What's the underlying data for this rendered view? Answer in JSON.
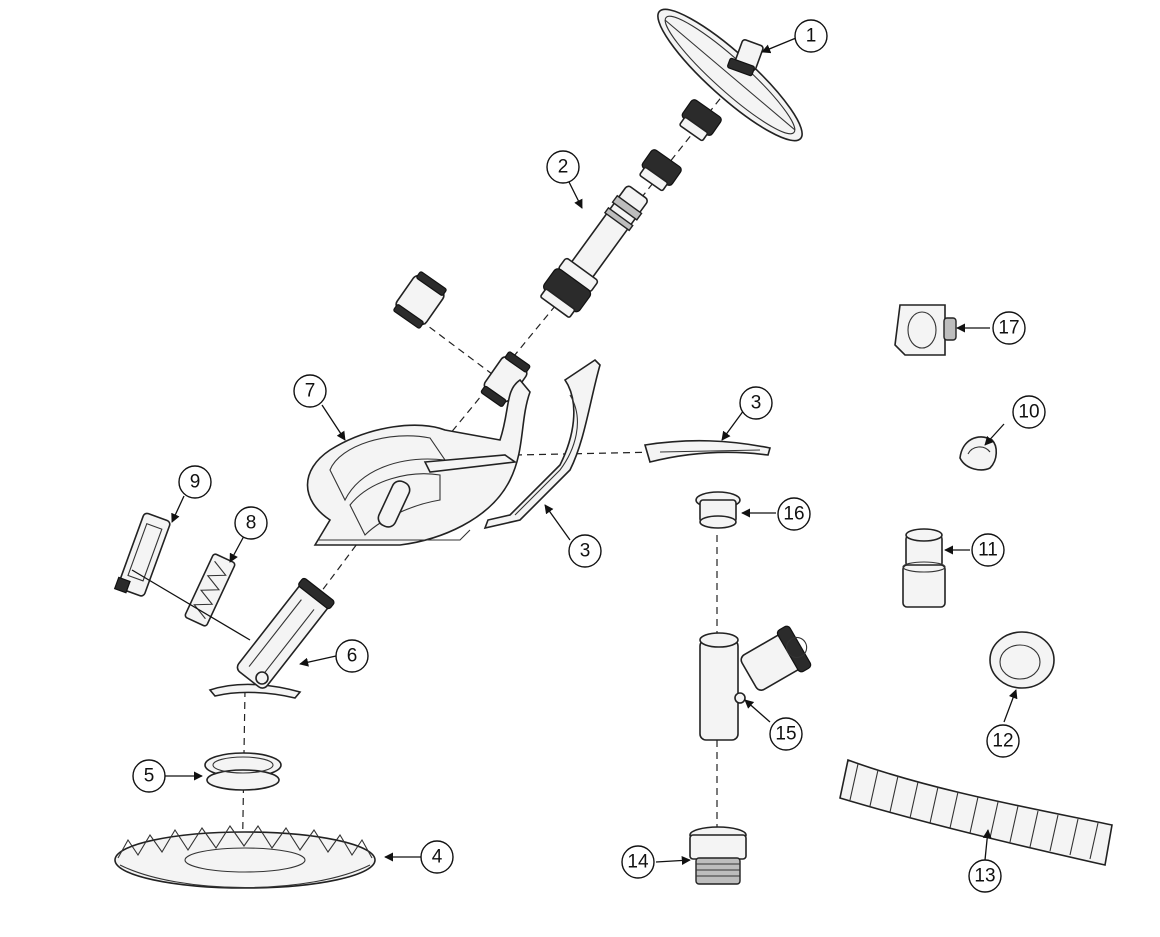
{
  "callouts": [
    {
      "id": "1",
      "label": "1"
    },
    {
      "id": "2",
      "label": "2"
    },
    {
      "id": "3a",
      "label": "3"
    },
    {
      "id": "3b",
      "label": "3"
    },
    {
      "id": "4",
      "label": "4"
    },
    {
      "id": "5",
      "label": "5"
    },
    {
      "id": "6",
      "label": "6"
    },
    {
      "id": "7",
      "label": "7"
    },
    {
      "id": "8",
      "label": "8"
    },
    {
      "id": "9",
      "label": "9"
    },
    {
      "id": "10",
      "label": "10"
    },
    {
      "id": "11",
      "label": "11"
    },
    {
      "id": "12",
      "label": "12"
    },
    {
      "id": "13",
      "label": "13"
    },
    {
      "id": "14",
      "label": "14"
    },
    {
      "id": "15",
      "label": "15"
    },
    {
      "id": "16",
      "label": "16"
    },
    {
      "id": "17",
      "label": "17"
    }
  ]
}
